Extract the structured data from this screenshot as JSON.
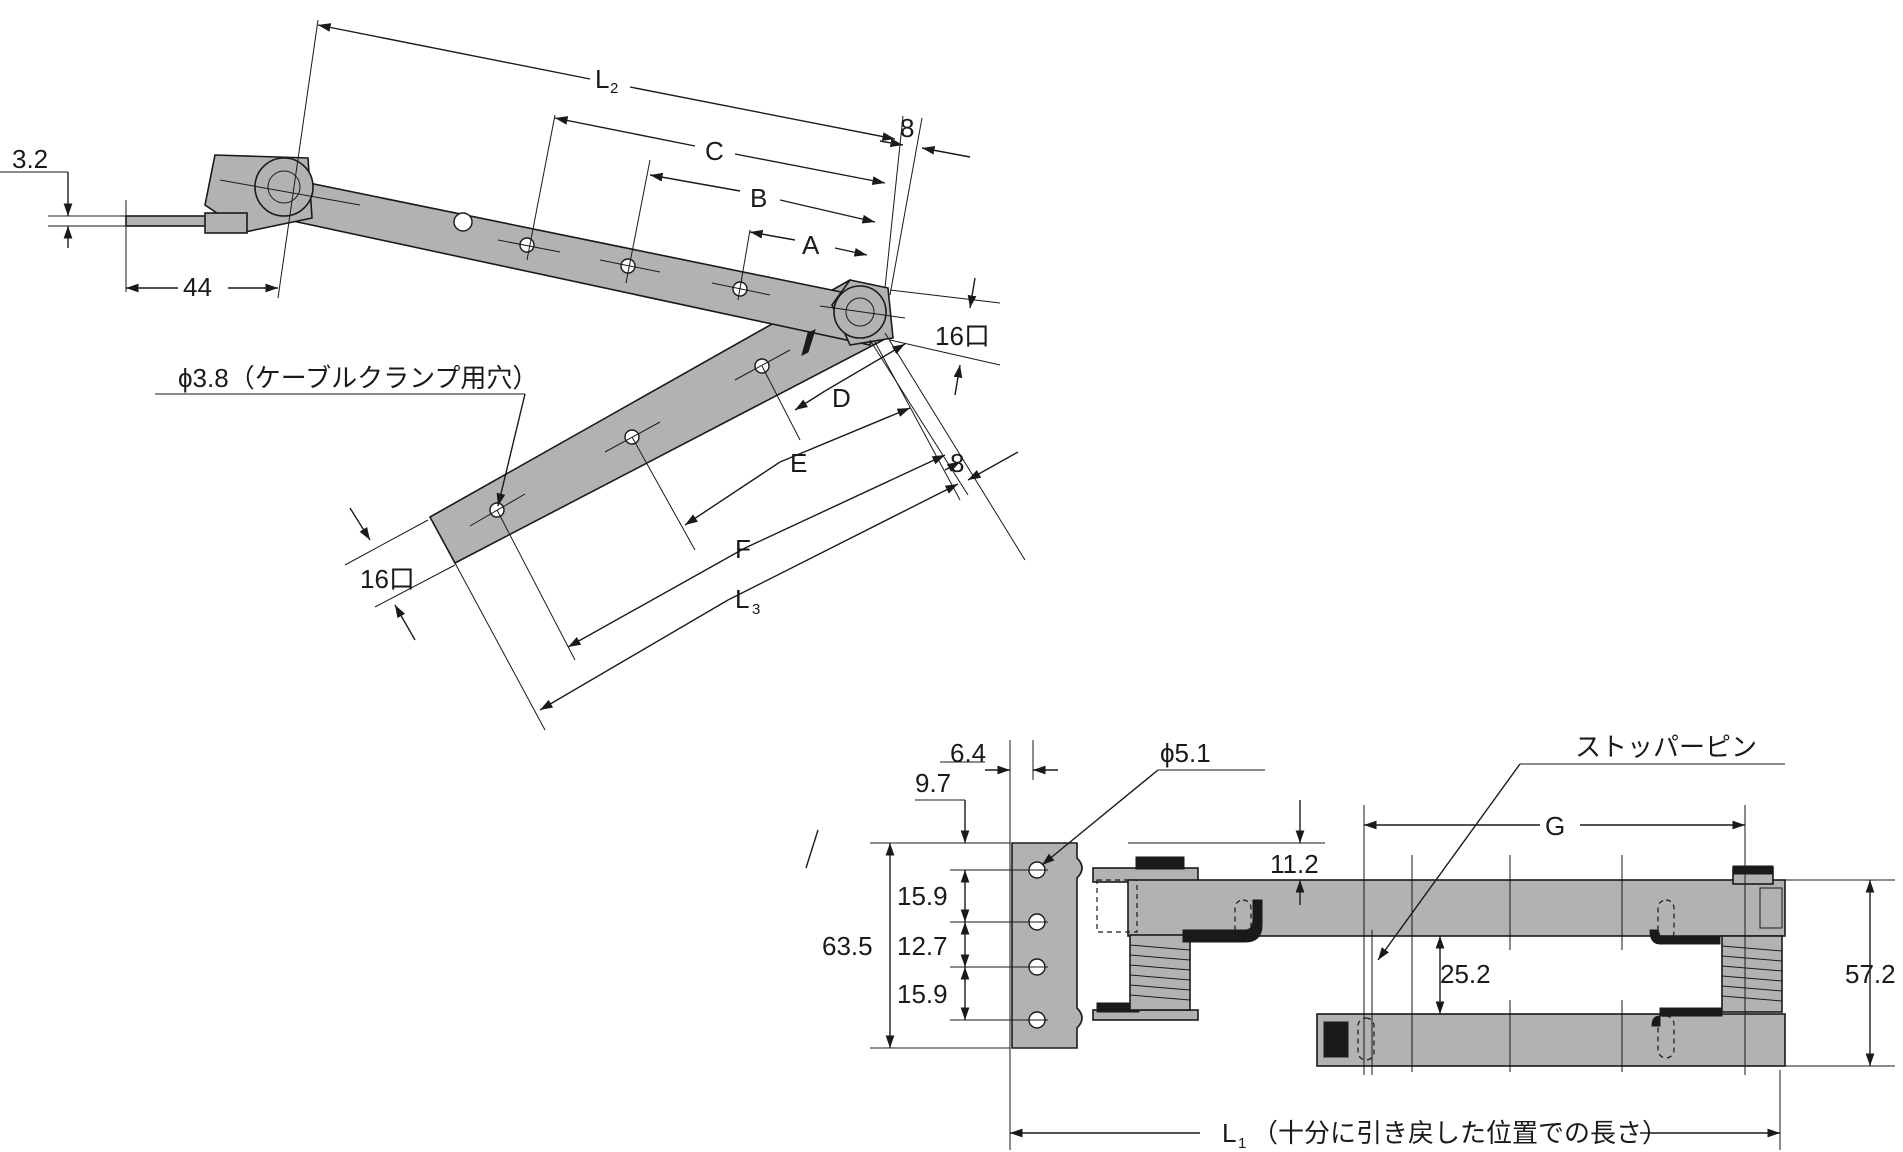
{
  "labels": {
    "top_thickness": "3.2",
    "offset_44": "44",
    "len_L": "L",
    "len_L2_sub": "2",
    "len_L3_sub": "3",
    "len_L1_sub": "1",
    "dim_C": "C",
    "dim_B": "B",
    "dim_A": "A",
    "dim_8_top": "8",
    "dim_8_mid": "8",
    "sq_16_right": "16口",
    "sq_16_left": "16口",
    "dim_D": "D",
    "dim_E": "E",
    "dim_F": "F",
    "cable_hole": "ϕ3.8（ケーブルクランプ用穴）",
    "dim_6_4": "6.4",
    "dim_9_7": "9.7",
    "hole_5_1": "ϕ5.1",
    "stopper_pin": "ストッパーピン",
    "dim_G": "G",
    "dim_11_2": "11.2",
    "dim_15_9_a": "15.9",
    "dim_12_7": "12.7",
    "dim_15_9_b": "15.9",
    "dim_63_5": "63.5",
    "dim_25_2": "25.2",
    "dim_57_2": "57.2",
    "L1_note": "（十分に引き戻した位置での長さ）"
  },
  "colors": {
    "part_fill": "#b2b2b2",
    "line": "#1a1a1a",
    "background": "#ffffff"
  }
}
